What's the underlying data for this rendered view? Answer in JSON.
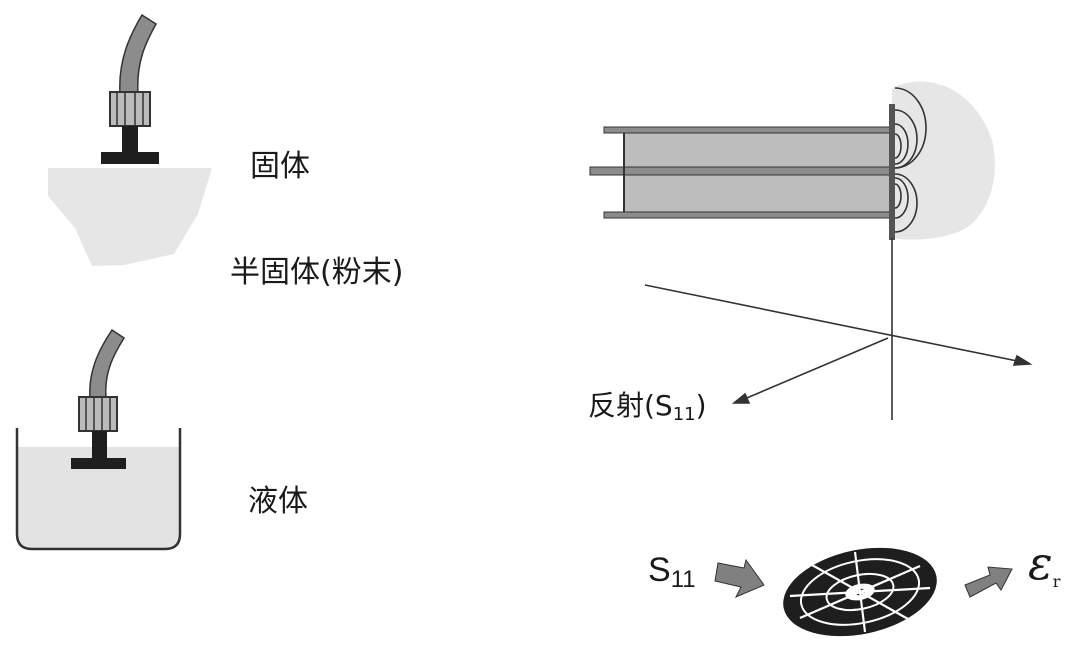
{
  "labels": {
    "solid": "固体",
    "semi_solid": "半固体(粉末)",
    "liquid": "液体",
    "reflection_prefix": "反射(S",
    "reflection_sub": "11",
    "reflection_suffix": ")",
    "s11_main": "S",
    "s11_sub": "11",
    "epsilon_main": "ε",
    "epsilon_sub": "r"
  },
  "colors": {
    "stroke": "#333333",
    "sample_fill": "#e6e6e6",
    "liquid_fill": "#e3e3e3",
    "probe_fill": "#bdbdbd",
    "cable_fill": "#8c8c8c",
    "arrow_fill": "#808080",
    "disc_fill": "#1e1e1e"
  }
}
